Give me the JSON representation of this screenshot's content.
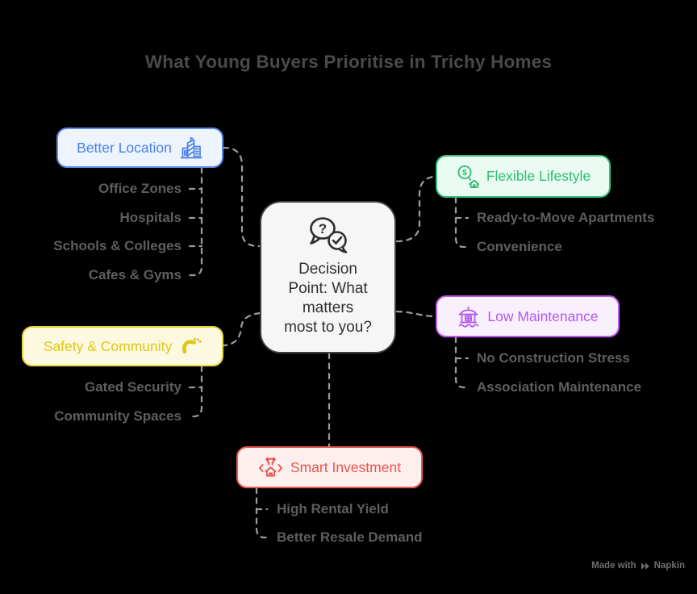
{
  "title": "What Young Buyers Prioritise in Trichy Homes",
  "center_node": {
    "icon": "chat-question-check-icon",
    "lines": [
      "Decision",
      "Point: What",
      "matters",
      "most to you?"
    ],
    "glyphs": {
      "question": "?",
      "dollar": "$"
    }
  },
  "nodes": {
    "better_location": {
      "label": "Better Location",
      "icon": "city-buildings-icon",
      "accent": "#4a81e8",
      "border": "#5b8bea",
      "fill": "#edf4fd",
      "items": [
        "Office Zones",
        "Hospitals",
        "Schools & Colleges",
        "Cafes & Gyms"
      ]
    },
    "flexible_lifestyle": {
      "label": "Flexible Lifestyle",
      "icon": "money-home-icon",
      "accent": "#2fbd73",
      "border": "#35bf78",
      "fill": "#eafbf2",
      "items": [
        "Ready-to-Move Apartments",
        "Convenience"
      ]
    },
    "safety_community": {
      "label": "Safety & Community",
      "icon": "phone-ring-icon",
      "accent": "#ddc716",
      "border": "#e6d639",
      "fill": "#fdf9e1",
      "items": [
        "Gated Security",
        "Community Spaces"
      ]
    },
    "low_maintenance": {
      "label": "Low Maintenance",
      "icon": "pavilion-water-icon",
      "accent": "#b558e8",
      "border": "#ba5ce9",
      "fill": "#f9f0fd",
      "items": [
        "No Construction Stress",
        "Association Maintenance"
      ]
    },
    "smart_investment": {
      "label": "Smart Investment",
      "icon": "bull-house-icon",
      "accent": "#e8544c",
      "border": "#eb5a52",
      "fill": "#fdefee",
      "items": [
        "High Rental Yield",
        "Better Resale Demand"
      ]
    }
  },
  "colors": {
    "canvas_bg": "#000000",
    "title_text": "#4a4a4a",
    "item_text": "#5e5e5e",
    "connector": "#9a9a9a",
    "center_border": "#3f3f3f",
    "center_fill": "#f6f6f6"
  },
  "watermark": {
    "prefix": "Made with",
    "brand": "Napkin",
    "icon": "napkin-logo-icon"
  }
}
